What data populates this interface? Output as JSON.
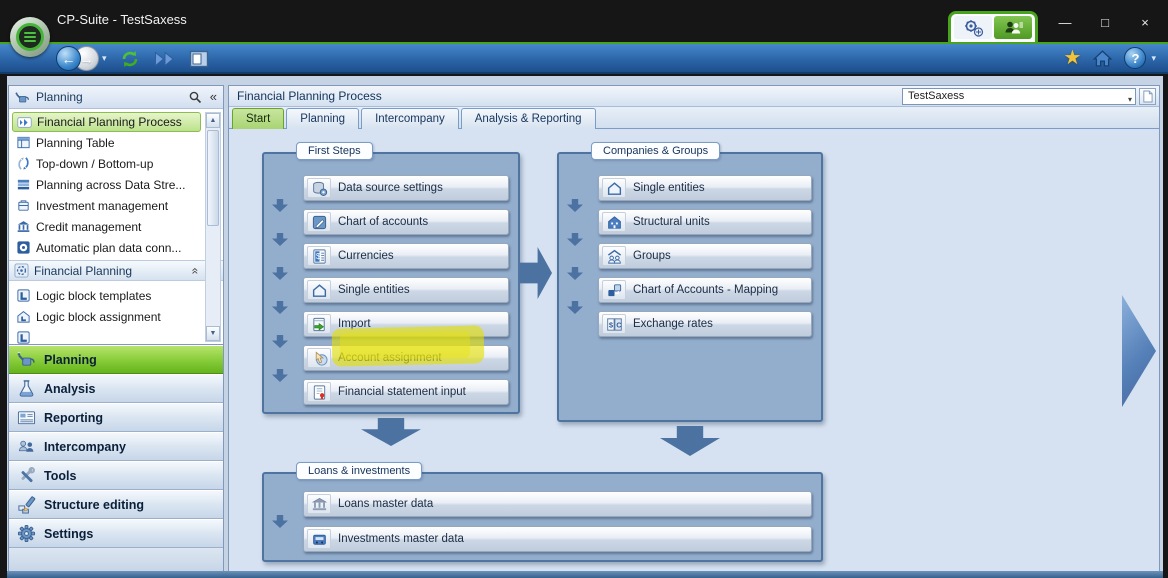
{
  "window": {
    "title": "CP-Suite - TestSaxess",
    "minimize_glyph": "—",
    "maximize_glyph": "□",
    "close_glyph": "×"
  },
  "toolbar": {
    "back_glyph": "←",
    "forward_glyph": "→",
    "caret_glyph": "▾",
    "star_glyph": "★",
    "help_glyph": "?"
  },
  "sidebar": {
    "panel": {
      "title": "Planning",
      "collapse_glyph": "«"
    },
    "scroll_up_glyph": "▲",
    "scroll_down_glyph": "▼",
    "tree": [
      {
        "label": "Financial Planning Process",
        "selected": true
      },
      {
        "label": "Planning Table",
        "selected": false
      },
      {
        "label": "Top-down / Bottom-up",
        "selected": false
      },
      {
        "label": "Planning across Data Stre...",
        "selected": false
      },
      {
        "label": "Investment management",
        "selected": false
      },
      {
        "label": "Credit management",
        "selected": false
      },
      {
        "label": "Automatic plan data conn...",
        "selected": false
      }
    ],
    "tree_group": {
      "label": "Financial Planning",
      "collapse_glyph": "«"
    },
    "tree2": [
      {
        "label": "Logic block templates",
        "selected": false
      },
      {
        "label": "Logic block assignment",
        "selected": false
      }
    ],
    "sections": [
      {
        "label": "Planning",
        "selected": true
      },
      {
        "label": "Analysis",
        "selected": false
      },
      {
        "label": "Reporting",
        "selected": false
      },
      {
        "label": "Intercompany",
        "selected": false
      },
      {
        "label": "Tools",
        "selected": false
      },
      {
        "label": "Structure editing",
        "selected": false
      },
      {
        "label": "Settings",
        "selected": false
      }
    ]
  },
  "content": {
    "title": "Financial Planning Process",
    "workspace_selector": {
      "value": "TestSaxess",
      "caret_glyph": "▾"
    },
    "tabs": [
      {
        "label": "Start",
        "active": true
      },
      {
        "label": "Planning",
        "active": false
      },
      {
        "label": "Intercompany",
        "active": false
      },
      {
        "label": "Analysis & Reporting",
        "active": false
      }
    ],
    "groups": {
      "first_steps": {
        "label": "First Steps",
        "items": [
          "Data source settings",
          "Chart of accounts",
          "Currencies",
          "Single entities",
          "Import",
          "Account assignment",
          "Financial statement input"
        ],
        "highlighted_item": "Import"
      },
      "companies_groups": {
        "label": "Companies & Groups",
        "items": [
          "Single entities",
          "Structural units",
          "Groups",
          "Chart of Accounts - Mapping",
          "Exchange rates"
        ]
      },
      "loans_investments": {
        "label": "Loans & investments",
        "items": [
          "Loans master data",
          "Investments master data"
        ]
      }
    }
  },
  "icons": {
    "currency_symbol": "$",
    "exchange_dollar": "$",
    "exchange_c": "C"
  },
  "colors": {
    "accent_green": "#48a41c",
    "selected_green": "#8ccf3e",
    "tab_active_green": "#a9d472",
    "highlight_yellow": "#e4de00",
    "toolbar_blue": "#2c66a9",
    "group_fill": "#93adcd",
    "group_border": "#4f74a0",
    "arrow_blue": "#4c72a2",
    "canvas_blue": "#d6e2f1"
  }
}
